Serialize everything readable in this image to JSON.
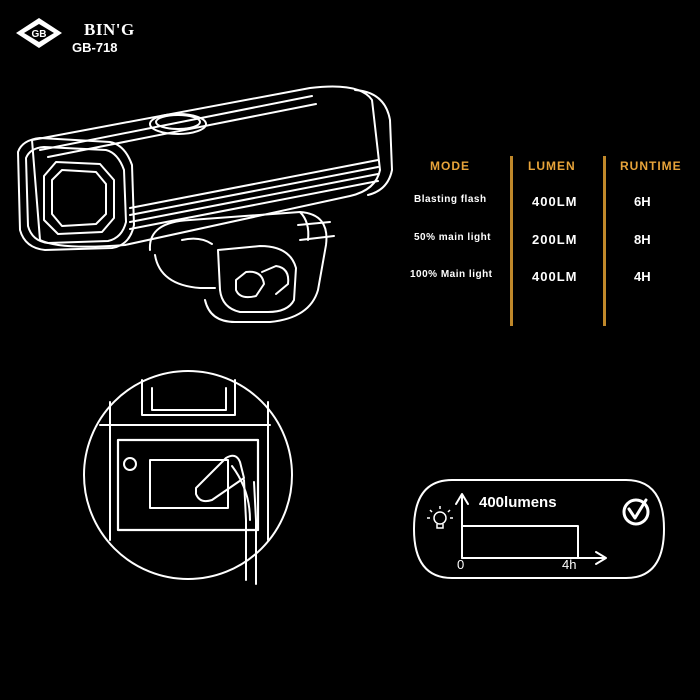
{
  "brand": {
    "name": "BIN'G",
    "model": "GB-718",
    "logo_text": "GB"
  },
  "table": {
    "headers": {
      "mode": "MODE",
      "lumen": "LUMEN",
      "runtime": "RUNTIME"
    },
    "rows": [
      {
        "mode": "Blasting flash",
        "lumen": "400LM",
        "runtime": "6H"
      },
      {
        "mode": "50% main light",
        "lumen": "200LM",
        "runtime": "8H"
      },
      {
        "mode": "100% Main light",
        "lumen": "400LM",
        "runtime": "4H"
      }
    ]
  },
  "badge": {
    "title": "400lumens",
    "axis_start": "0",
    "axis_end": "4h",
    "icons": [
      "bulb-icon",
      "check-circle-icon"
    ]
  },
  "colors": {
    "background": "#000000",
    "header_accent": "#e8a43a",
    "divider": "#c0882a",
    "line_art": "#ffffff"
  }
}
